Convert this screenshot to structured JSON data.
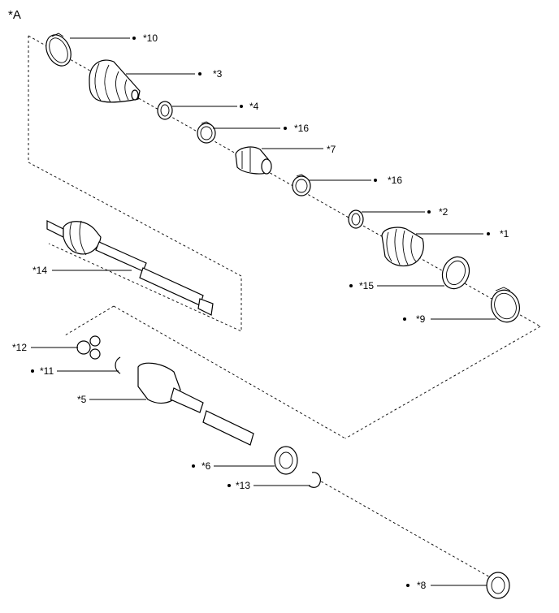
{
  "view_label": "*A",
  "callouts": [
    {
      "id": "10",
      "text": "*10",
      "bullet": true
    },
    {
      "id": "3",
      "text": "*3",
      "bullet": true
    },
    {
      "id": "4",
      "text": "*4",
      "bullet": true
    },
    {
      "id": "16a",
      "text": "*16",
      "bullet": true
    },
    {
      "id": "7",
      "text": "*7",
      "bullet": false
    },
    {
      "id": "16b",
      "text": "*16",
      "bullet": true
    },
    {
      "id": "2",
      "text": "*2",
      "bullet": true
    },
    {
      "id": "1",
      "text": "*1",
      "bullet": true
    },
    {
      "id": "15",
      "text": "*15",
      "bullet": true
    },
    {
      "id": "9",
      "text": "*9",
      "bullet": true
    },
    {
      "id": "14",
      "text": "*14",
      "bullet": false
    },
    {
      "id": "12",
      "text": "*12",
      "bullet": false
    },
    {
      "id": "11",
      "text": "*11",
      "bullet": true
    },
    {
      "id": "5",
      "text": "*5",
      "bullet": false
    },
    {
      "id": "6",
      "text": "*6",
      "bullet": true
    },
    {
      "id": "13",
      "text": "*13",
      "bullet": true
    },
    {
      "id": "8",
      "text": "*8",
      "bullet": true
    }
  ]
}
